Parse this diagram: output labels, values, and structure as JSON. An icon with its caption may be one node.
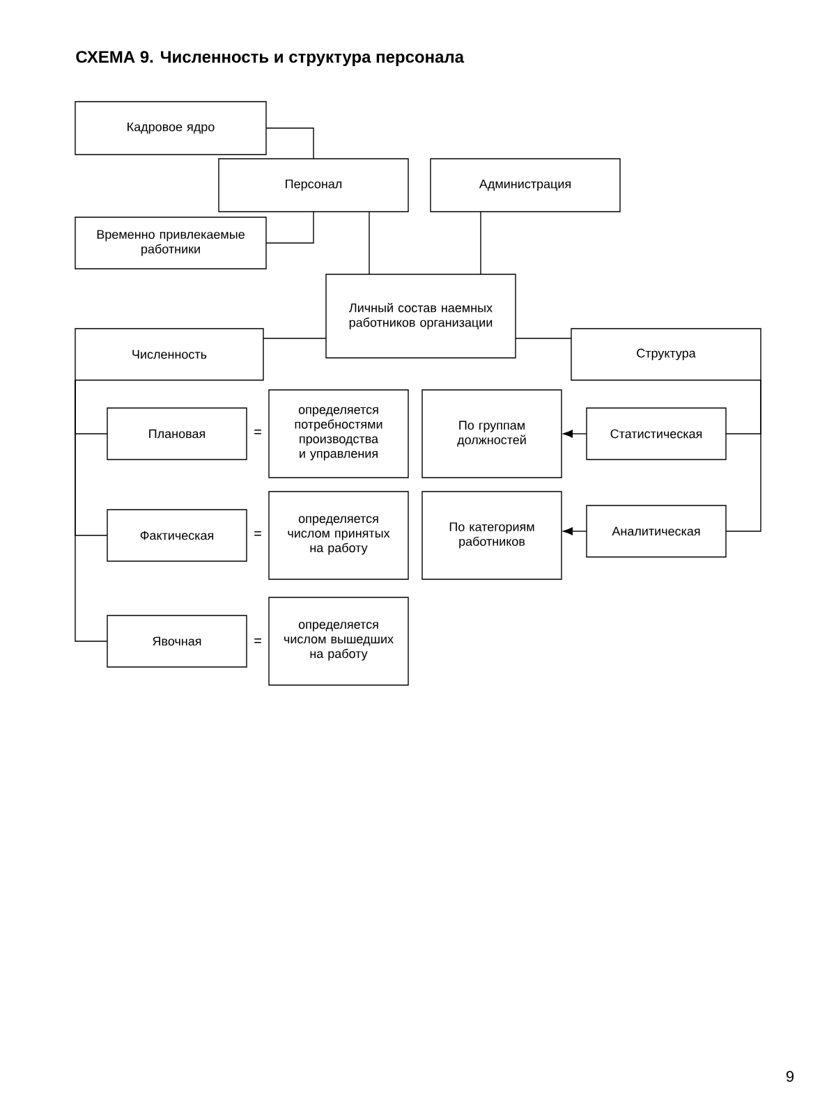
{
  "diagram": {
    "title": "СХЕМА 9.  Численность и структура персонала",
    "nodes": [
      {
        "text": [
          "Кадровое ядро"
        ]
      },
      {
        "text": [
          "Персонал"
        ]
      },
      {
        "text": [
          "Администрация"
        ]
      },
      {
        "text": [
          "Временно привлекаемые работники"
        ]
      },
      {
        "text": [
          "Личный состав наемных работников организации"
        ]
      },
      {
        "text": [
          "Численность"
        ]
      },
      {
        "text": [
          "Структура"
        ]
      },
      {
        "text": [
          "Плановая"
        ]
      },
      {
        "text": [
          "определяется потребностями производства и управления"
        ]
      },
      {
        "text": [
          "По группам должностей"
        ]
      },
      {
        "text": [
          "Статистическая"
        ]
      },
      {
        "text": [
          "Фактическая"
        ]
      },
      {
        "text": [
          "определяется числом принятых на работу"
        ]
      },
      {
        "text": [
          "По категориям работников"
        ]
      },
      {
        "text": [
          "Аналитическая"
        ]
      },
      {
        "text": [
          "Явочная"
        ]
      },
      {
        "text": [
          "определяется числом вышедших на работу"
        ]
      }
    ],
    "edges": [
      {
        "from": 0,
        "to": 1,
        "arrow": "none"
      },
      {
        "from": 3,
        "to": 1,
        "arrow": "none"
      },
      {
        "from": 1,
        "to": 4,
        "arrow": "none"
      },
      {
        "from": 2,
        "to": 4,
        "arrow": "none"
      },
      {
        "from": 4,
        "to": 5,
        "arrow": "none"
      },
      {
        "from": 4,
        "to": 6,
        "arrow": "none"
      },
      {
        "from": 5,
        "to": 7,
        "arrow": "none"
      },
      {
        "from": 5,
        "to": 11,
        "arrow": "none"
      },
      {
        "from": 5,
        "to": 15,
        "arrow": "none"
      },
      {
        "from": 6,
        "to": 10,
        "arrow": "none"
      },
      {
        "from": 6,
        "to": 14,
        "arrow": "none"
      },
      {
        "from": 10,
        "to": 9,
        "arrow": "to"
      },
      {
        "from": 14,
        "to": 13,
        "arrow": "to"
      }
    ],
    "labels": [
      "=",
      "=",
      "=",
      "9"
    ]
  }
}
